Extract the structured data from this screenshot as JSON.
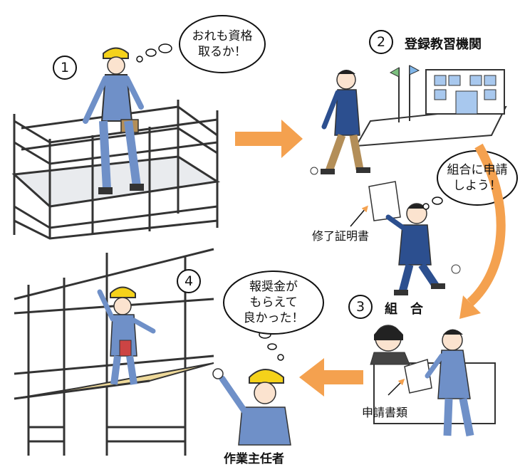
{
  "steps": {
    "s1": {
      "num": "1",
      "thought": [
        "おれも資格",
        "取るか！"
      ]
    },
    "s2": {
      "num": "2",
      "title": "登録教習機関"
    },
    "s3": {
      "num": "3",
      "title": "組　合",
      "thought": [
        "組合に申請",
        "しよう！"
      ],
      "doc_label": "修了証明書",
      "papers_label": "申請書類"
    },
    "s4": {
      "num": "4",
      "thought": [
        "報奨金が",
        "もらえて",
        "良かった！"
      ],
      "caption": "作業主任者"
    }
  },
  "colors": {
    "arrow": "#F4A14F",
    "helmet": "#F5D21A",
    "uniform": "#6F90C8",
    "pants": "#B38E58",
    "plank": "#EED99A",
    "scaffold": "#333333",
    "building_window": "#A8C8EE"
  },
  "icons": [
    "flow-arrow-icon",
    "thought-bubble-icon",
    "helmet-icon",
    "flag-icon"
  ]
}
